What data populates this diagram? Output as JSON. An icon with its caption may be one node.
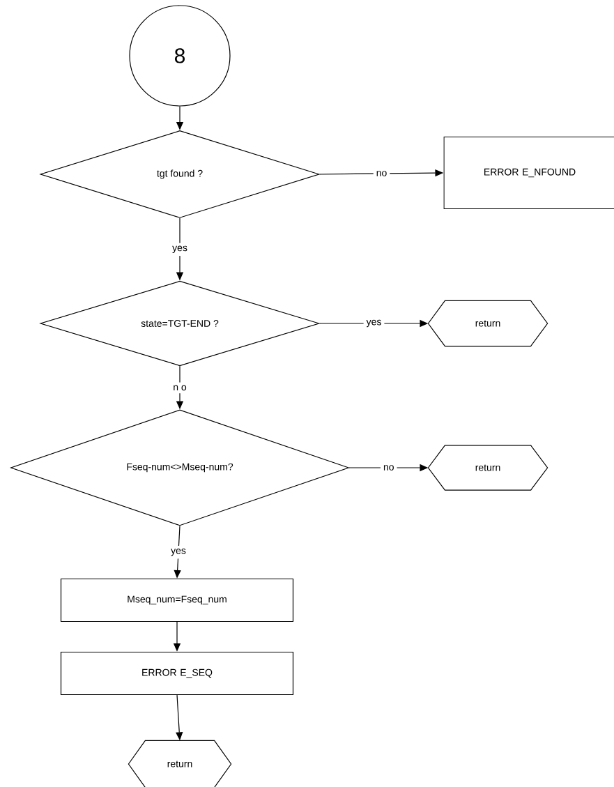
{
  "diagram": {
    "nodes": [
      {
        "text": [
          "8"
        ]
      },
      {
        "text": [
          "tgt found ?"
        ]
      },
      {
        "text": [
          "ERROR E_NFOUND"
        ]
      },
      {
        "text": [
          "state=TGT-END ?"
        ]
      },
      {
        "text": [
          "return"
        ]
      },
      {
        "text": [
          "Fseq-num<>Mseq-num?"
        ]
      },
      {
        "text": [
          "return"
        ]
      },
      {
        "text": [
          "Mseq_num=Fseq_num"
        ]
      },
      {
        "text": [
          "ERROR E_SEQ"
        ]
      },
      {
        "text": [
          "return"
        ]
      }
    ],
    "edges": [
      {
        "from": 0,
        "to": 1,
        "arrow": "to"
      },
      {
        "from": 1,
        "to": 2,
        "arrow": "to",
        "label": "no"
      },
      {
        "from": 1,
        "to": 3,
        "arrow": "to",
        "label": "yes"
      },
      {
        "from": 3,
        "to": 4,
        "arrow": "to",
        "label": "yes"
      },
      {
        "from": 3,
        "to": 5,
        "arrow": "to",
        "label": "n o"
      },
      {
        "from": 5,
        "to": 6,
        "arrow": "to",
        "label": "no"
      },
      {
        "from": 5,
        "to": 7,
        "arrow": "to",
        "label": "yes"
      },
      {
        "from": 7,
        "to": 8,
        "arrow": "to"
      },
      {
        "from": 8,
        "to": 9,
        "arrow": "to"
      }
    ]
  }
}
